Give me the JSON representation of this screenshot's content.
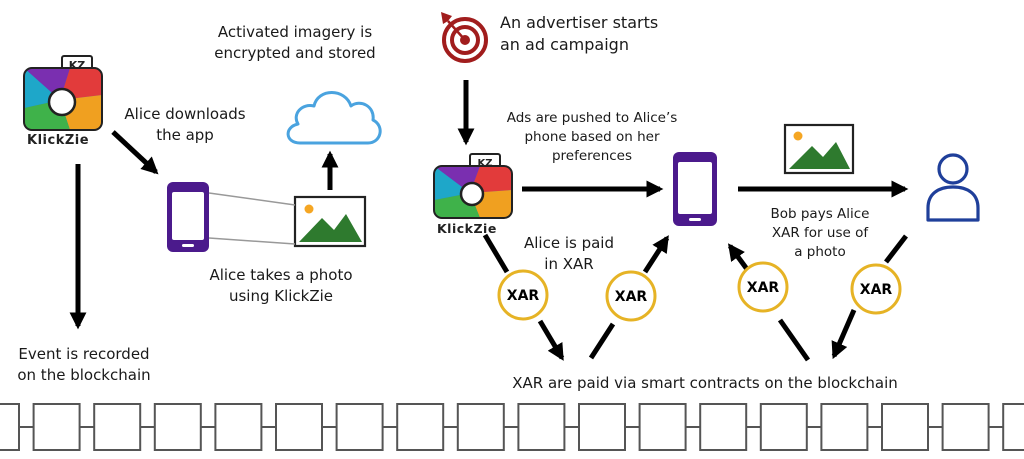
{
  "brand": {
    "name_prefix": "Klick",
    "name_suffix": "Zie"
  },
  "labels": {
    "activated_imagery_1": "Activated imagery is",
    "activated_imagery_2": "encrypted and stored",
    "alice_downloads_1": "Alice downloads",
    "alice_downloads_2": "the app",
    "alice_takes_photo_1": "Alice takes a photo",
    "alice_takes_photo_2": "using KlickZie",
    "event_recorded_1": "Event is recorded",
    "event_recorded_2": "on the blockchain",
    "advertiser_1": "An advertiser starts",
    "advertiser_2": "an ad campaign",
    "ads_pushed_1": "Ads are pushed to Alice’s",
    "ads_pushed_2": "phone based on her",
    "ads_pushed_3": "preferences",
    "alice_paid_1": "Alice is paid",
    "alice_paid_2": "in XAR",
    "bob_pays_1": "Bob pays Alice",
    "bob_pays_2": "XAR for use of",
    "bob_pays_3": "a photo",
    "smart_contracts": "XAR are paid via smart contracts on the blockchain"
  },
  "coins": [
    {
      "label": "XAR"
    },
    {
      "label": "XAR"
    },
    {
      "label": "XAR"
    },
    {
      "label": "XAR"
    }
  ],
  "colors": {
    "phone": "#4b1a8c",
    "cloud": "#4aa3df",
    "mountain": "#2e7a2e",
    "sun": "#f5a623",
    "coin_ring": "#e6b325",
    "target": "#a11d1d",
    "user": "#1f3f9a",
    "arrow": "#000000",
    "chain": "#555555"
  }
}
